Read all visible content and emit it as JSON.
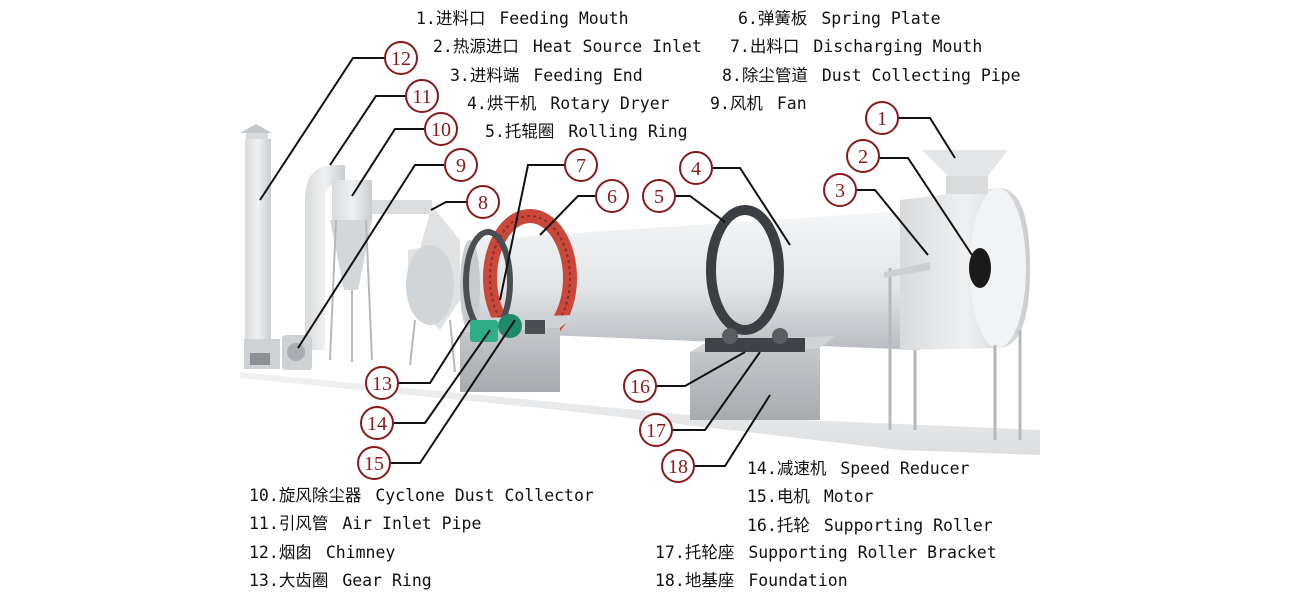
{
  "legend": [
    {
      "num": "1.",
      "zh": "进料口",
      "en": "Feeding Mouth"
    },
    {
      "num": "2.",
      "zh": "热源进口",
      "en": "Heat Source Inlet"
    },
    {
      "num": "3.",
      "zh": "进料端",
      "en": "Feeding End"
    },
    {
      "num": "4.",
      "zh": "烘干机",
      "en": "Rotary Dryer"
    },
    {
      "num": "5.",
      "zh": "托辊圈",
      "en": "Rolling Ring"
    },
    {
      "num": "6.",
      "zh": "弹簧板",
      "en": "Spring Plate"
    },
    {
      "num": "7.",
      "zh": "出料口",
      "en": "Discharging Mouth"
    },
    {
      "num": "8.",
      "zh": "除尘管道",
      "en": "Dust Collecting Pipe"
    },
    {
      "num": "9.",
      "zh": "风机",
      "en": "Fan"
    },
    {
      "num": "10.",
      "zh": "旋风除尘器",
      "en": "Cyclone Dust Collector"
    },
    {
      "num": "11.",
      "zh": "引风管",
      "en": "Air Inlet Pipe"
    },
    {
      "num": "12.",
      "zh": "烟囱",
      "en": "Chimney"
    },
    {
      "num": "13.",
      "zh": "大齿圈",
      "en": "Gear Ring"
    },
    {
      "num": "14.",
      "zh": "减速机",
      "en": "Speed Reducer"
    },
    {
      "num": "15.",
      "zh": "电机",
      "en": "Motor"
    },
    {
      "num": "16.",
      "zh": "托轮",
      "en": "Supporting Roller"
    },
    {
      "num": "17.",
      "zh": "托轮座",
      "en": "Supporting Roller Bracket"
    },
    {
      "num": "18.",
      "zh": "地基座",
      "en": "Foundation"
    }
  ],
  "callouts": [
    "1",
    "2",
    "3",
    "4",
    "5",
    "6",
    "7",
    "8",
    "9",
    "10",
    "11",
    "12",
    "13",
    "14",
    "15",
    "16",
    "17",
    "18"
  ],
  "colors": {
    "callout": "#8a1a1a",
    "machine": "#e6e8ea",
    "shadow": "#c9ccd0",
    "gear": "#c9483a",
    "motor": "#2fae86",
    "base": "#b9bcbf"
  }
}
